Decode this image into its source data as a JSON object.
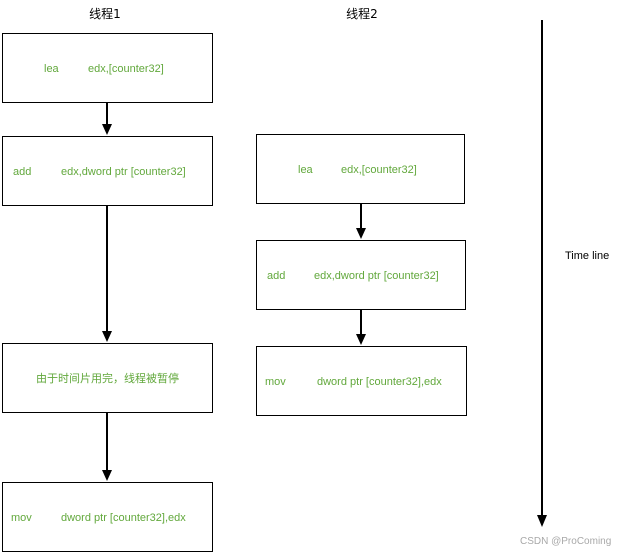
{
  "threads": [
    {
      "title": "线程1",
      "steps": [
        {
          "op": "lea",
          "args": "edx,[counter32]"
        },
        {
          "op": "add",
          "args": "edx,dword ptr [counter32]"
        },
        {
          "text": "由于时间片用完，线程被暂停"
        },
        {
          "op": "mov",
          "args": "dword ptr [counter32],edx"
        }
      ]
    },
    {
      "title": "线程2",
      "steps": [
        {
          "op": "lea",
          "args": "edx,[counter32]"
        },
        {
          "op": "add",
          "args": "edx,dword ptr [counter32]"
        },
        {
          "op": "mov",
          "args": "dword ptr [counter32],edx"
        }
      ]
    }
  ],
  "timeline": {
    "label": "Time line"
  },
  "watermark": "CSDN @ProComing",
  "colors": {
    "step_text": "#62a83c",
    "border": "#000000",
    "arrow": "#000000",
    "watermark": "#a8a8a8"
  }
}
